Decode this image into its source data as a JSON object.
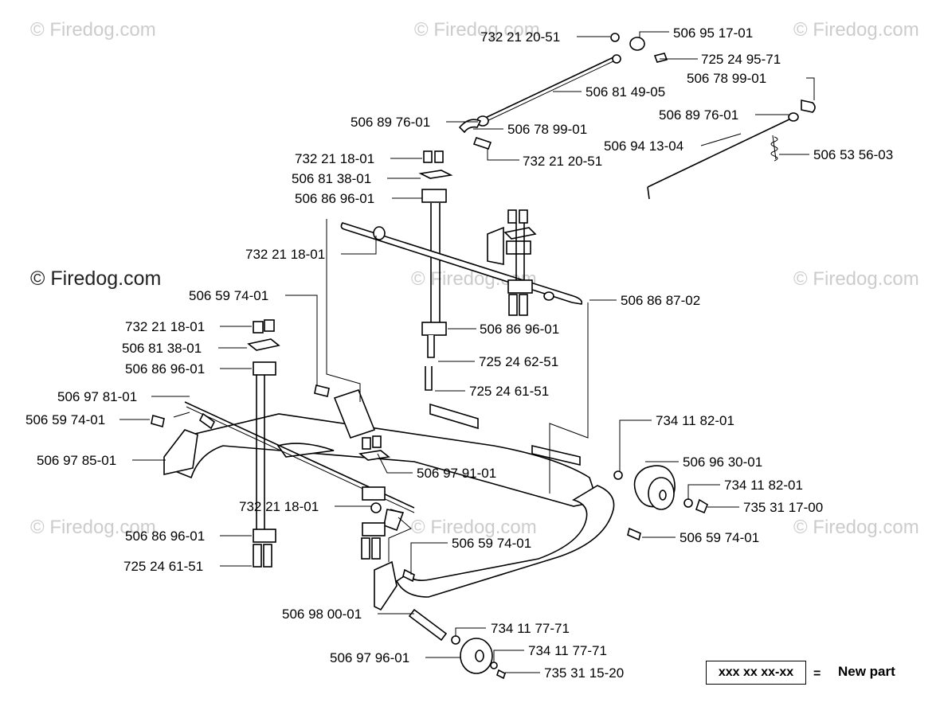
{
  "watermark": "© Firedog.com",
  "labels": {
    "l01": "732 21 20-51",
    "l02": "506 95 17-01",
    "l03": "725 24 95-71",
    "l04": "506 78 99-01",
    "l05": "506 81 49-05",
    "l06": "506 89 76-01",
    "l07": "506 78 99-01",
    "l08": "506 89 76-01",
    "l09": "506 94 13-04",
    "l10": "506 53 56-03",
    "l11": "732 21 18-01",
    "l12": "732 21 20-51",
    "l13": "506 81 38-01",
    "l14": "506 86 96-01",
    "l15": "732 21 18-01",
    "l16": "506 59 74-01",
    "l17": "506 86 87-02",
    "l18": "732 21 18-01",
    "l19": "506 86 96-01",
    "l20": "506 81 38-01",
    "l21": "725 24 62-51",
    "l22": "506 86 96-01",
    "l23": "725 24 61-51",
    "l24": "506 97 81-01",
    "l25": "506 59 74-01",
    "l26": "734 11 82-01",
    "l27": "506 97 85-01",
    "l28": "506 97 91-01",
    "l29": "506 96 30-01",
    "l30": "734 11 82-01",
    "l31": "732 21 18-01",
    "l32": "735 31 17-00",
    "l33": "506 86 96-01",
    "l34": "506 59 74-01",
    "l35": "506 59 74-01",
    "l36": "725 24 61-51",
    "l37": "506 98 00-01",
    "l38": "734 11 77-71",
    "l39": "734 11 77-71",
    "l40": "506 97 96-01",
    "l41": "735 31 15-20"
  },
  "legend": {
    "code": "xxx xx xx-xx",
    "equals": "=",
    "text": "New part"
  }
}
